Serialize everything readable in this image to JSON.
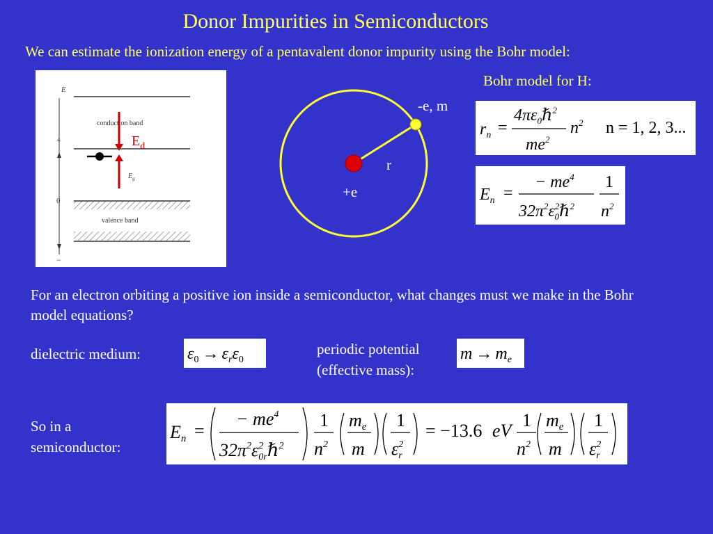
{
  "slide": {
    "title": "Donor Impurities in Semiconductors",
    "subtitle": "We can estimate the ionization energy of a pentavalent donor impurity using the Bohr model:",
    "question": "For an electron orbiting a positive ion inside a semiconductor, what changes must we make in the Bohr model equations?",
    "dielectric_label": "dielectric medium:",
    "periodic_label_line1": "periodic potential",
    "periodic_label_line2": "(effective mass):",
    "so_label_line1": "So in a",
    "so_label_line2": "semiconductor:"
  },
  "band_diagram": {
    "axis_energy": "E",
    "axis_plus": "+",
    "axis_zero": "0",
    "axis_minus": "−",
    "conduction_band": "conduction band",
    "valence_band": "valence band",
    "gap_label": "E",
    "gap_subscript": "g",
    "donor_label": "E",
    "donor_subscript": "d"
  },
  "bohr": {
    "label": "Bohr model for H:",
    "electron_label": "-e, m",
    "radius_label": "r",
    "nucleus_label": "+e"
  },
  "equations": {
    "radius": {
      "lhs": "r",
      "lhs_sub": "n",
      "eq": "=",
      "num": "4πε",
      "num_sub": "0",
      "num_tail": "ℏ",
      "num_sup": "2",
      "den": "me",
      "den_sup": "2",
      "factor": "n",
      "factor_sup": "2",
      "range": "n = 1, 2, 3..."
    },
    "energy": {
      "lhs": "E",
      "lhs_sub": "n",
      "eq": "=",
      "num": "− me",
      "num_sup": "4",
      "den": "32π",
      "den_sup": "2",
      "den_eps": "ε",
      "den_eps_sup": "2",
      "den_eps_sub": "0",
      "den_tail": "ℏ",
      "den_tail_sup": "2",
      "frac2_num": "1",
      "frac2_den": "n",
      "frac2_den_sup": "2"
    },
    "dielectric": {
      "from": "ε",
      "from_sub": "0",
      "arrow": "→",
      "to": "ε",
      "to_sub": "r",
      "to2": "ε",
      "to2_sub": "0"
    },
    "mass": {
      "from": "m",
      "arrow": "→",
      "to": "m",
      "to_sub": "e"
    },
    "final": {
      "lhs": "E",
      "lhs_sub": "n",
      "eq": "=",
      "num": "− me",
      "num_sup": "4",
      "den": "32π",
      "den_sup": "2",
      "den_eps": "ε",
      "den_eps_sup": "2",
      "den_eps_sub": "0r",
      "den_tail": "ℏ",
      "den_tail_sup": "2",
      "one": "1",
      "n": "n",
      "n_sup": "2",
      "me": "m",
      "me_sub": "e",
      "m": "m",
      "er": "ε",
      "er_sup": "2",
      "er_sub": "r",
      "eq2": "= −13.6",
      "unit": "eV"
    }
  },
  "colors": {
    "background": "#3333cc",
    "title": "#ffff66",
    "orbit": "#ffff33",
    "nucleus": "#dd0000",
    "arrow": "#cc0000"
  }
}
